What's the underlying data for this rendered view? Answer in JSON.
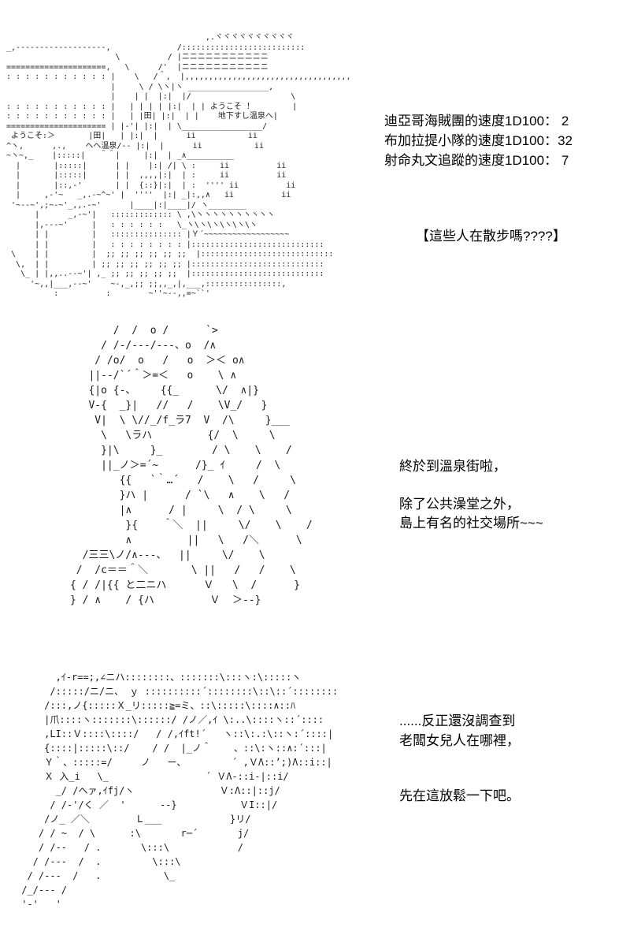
{
  "page": {
    "background_color": "#ffffff",
    "text_color": "#000000"
  },
  "top_scene": {
    "sign_right_building_line1": "ようこそ ！",
    "sign_right_building_line2": "地下すし温泉へ",
    "sign_middle_building": "温泉",
    "sign_left_building": "ようこそ",
    "ascii_art": [
      "                                           ,.ヾヾヾヾヾヾヾヾヾヾ",
      " _,-------------------,              /::::::::::::::::::::::::::",
      "                        \\          / |ニニニニニニニニニニニ",
      " =====================,   \\      /'  |ニニニニニニニニニニニ",
      " : : : : : : : : : : : |    \\   /＾,  |,,,,,,,,,,,,,,,,,,,,,,,,,,,,,,,,,,,",
      "                       |     \\ / \\ヽ|ヽ _________________,",
      "                       |    | |  |:|  |/                     \\",
      " : : : : : : : : : : : |   | | | | |:|  | | ようこそ ！        |",
      " : : : : : : : : : : : |   | |田| |:|  | |    地下すし温泉へ|",
      " ===================== | |-'| |:|  | \\_________________/",
      "  ようこそ:＞       |田|   | |:|  |      ii           ii",
      " ^ヽ,      ,.,    ヘヘ温泉/-- |:|  |      ii           ii",
      " ~ヽ~,_    |:::::|   ＾＾|     |:|  | _∧__________",
      "   |       |:::::|      | |    |:| /| \\ :     ii          ii",
      "   |       |:::::|      | |  ,,,,|:|  | :     ii          ii",
      "   |       |::,-'       | |  {::}|:|  | :  '''' ii          ii",
      "   |     ,-'~   _,.-~^~' |  ''''  |:| _|:,,∧   ii          ii",
      "  '~--~',;~-~'_,,.-~'      |____|:|____|/ ヽ________",
      "       |      _,-~'|   ::::::::::::: \\ ,\\ヽヽヽヽヽヽヽヽヽヽ",
      "       |,---~'     |   : : : : : :   \\_ヽ\\ヽ\\ヽ\\ヽ\\ヽ\\ヽ",
      "       | |         |   ::::::::::::::: |Ｙ´~~~~~~~~~~~~~~~~~~",
      "       | |         |   : : : : : : : : |::::::::::::::::::::::::::::",
      "  \\    | |         |  ;; ;; ;; ;; ;; ;;  |::::::::::::::::::::::::::::",
      "   \\,  | |         | ;; ;; ;; ;; ;; ;; |::::::::::::::::::::::::::::",
      "    \\_ | |,,..--~'| ,_ ;; ;; ;; ;; ;;  |::::::::::::::::::::::::::::",
      "      '~,,|___,--~'    ~-,_,;; ;;,,_,|,___,::::::::::::::::,",
      "           :          :        ~''~--,,=~``'"
    ],
    "dice_rolls": [
      "迪亞哥海賊團的速度1D100： 2",
      "布加拉提小隊的速度1D100：32",
      "射命丸文追蹤的速度1D100： 7"
    ],
    "narration": "【這些人在散步嗎????】"
  },
  "middle_scene": {
    "ascii_art": [
      "             /  /  o /      `>",
      "           / /-/---/---、o  /∧",
      "          / /o/  o   /   o  ＞＜ o∧",
      "         ||--/`´＾＞=＜   o    \\ ∧",
      "         {|o {-、    {{_      \\/  ∧|}",
      "         V-{  _}|   //   /    \\V_/   }",
      "          V|  \\ \\//_/f_ラ7  V  /\\     }___",
      "           \\   \\ラハ         {/  \\     \\",
      "           }|\\     }_        / \\    \\    /",
      "           ||_ノ＞=´~      /}_ ｲ     /  \\",
      "              {{   `｀…´   /    \\   /     \\",
      "              }ハ |      / `\\   ∧    \\   /",
      "              |∧      / |     \\  / \\     \\",
      "               }{    ＾＼  ||     \\/    \\    /",
      "               ∧         ||   \\   /＼      \\",
      "        /三三\\ノ/∧---、  ||     \\/    \\",
      "       /  /c＝＝＾＼       \\ ||   /   /    \\",
      "      { / /|{{ と二ニハ      Ｖ   \\  /      }",
      "      } / ∧    / {ハ         Ｖ  ＞--}"
    ],
    "dialogue": [
      "終於到溫泉街啦，",
      "",
      "除了公共澡堂之外，",
      "島上有名的社交場所~~~"
    ]
  },
  "bottom_scene": {
    "ascii_art": [
      "       ,ｲ-r==;,∠ニハ::::::::、:::::::\\:::ヽ:\\:::::ヽ",
      "      /:::::/ニ/ニ、 ｙ ::::::::::´::::::::\\::\\::´::::::::",
      "     /:::,ノ{:::::Ｘ_リ:::::≧=ミ、::\\:::::\\::::∧::ﾊ",
      "     |爪::::ヽ:::::::\\::::::/ /ノ／,ｲ \\:..\\::::ヽ::´::::",
      "     ,LI::Ｖ::::\\::::/   / /,ｲft!´   ヽ::\\:.:\\::ヽ:´::::|",
      "     {::::|:::::\\::/    / /  |_ノ＾    、::\\:ヽ::∧:´:::|",
      "     Ｙ｀、:::::=/     ノ   ー、        ´ ,ＶΛ::’;)Λ::i::|",
      "     Ｘ 入_i   \\_                 ´ ＶΛ-::i-|::i/",
      "       _/ /ヘァ,ｲfj/ヽ               Ｖ:Λ::|::j/",
      "      / /-'/く ／  '      --}           ＶI::|/",
      "     /ノ_ ／＼        Ｌ___            }リ/",
      "    / / ~  / \\      :\\       r─´       j/",
      "    / /--   / .       \\:::\\            /",
      "   / /---  /  .         \\:::\\",
      "  / /---  /   .           \\_",
      " /_/--- /",
      " '-'   '"
    ],
    "dialogue_part1": [
      "......反正還沒調查到",
      "老闆女兒人在哪裡，"
    ],
    "dialogue_part2": [
      "先在這放鬆一下吧。"
    ]
  }
}
